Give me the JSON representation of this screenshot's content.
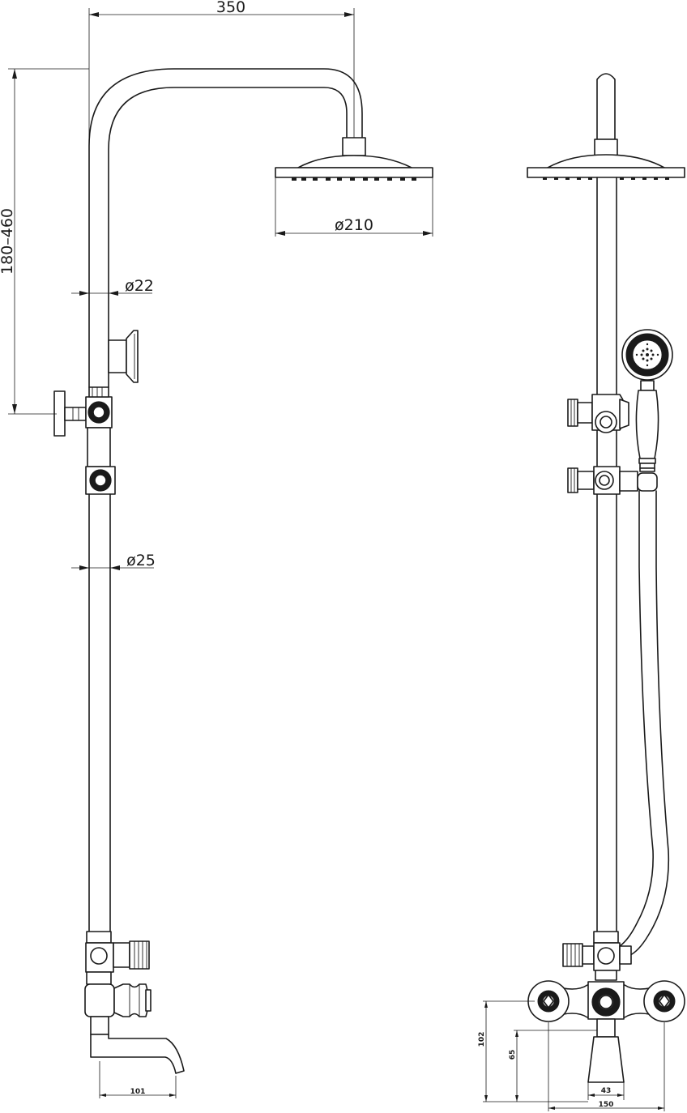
{
  "dimensions": {
    "arm_reach": "350",
    "height_range": "180–460",
    "head_diameter": "ø210",
    "upper_pipe_diameter": "ø22",
    "lower_pipe_diameter": "ø25",
    "spout_reach": "101",
    "mixer_height": "102",
    "spout_height": "65",
    "spout_width": "43",
    "mixer_spacing": "150"
  },
  "colors": {
    "line": "#1a1a1a",
    "background": "#ffffff"
  }
}
